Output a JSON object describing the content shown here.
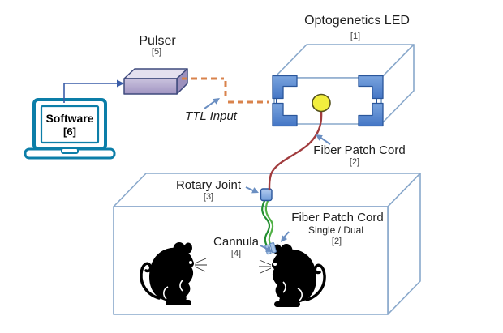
{
  "labels": {
    "optogenetics_led": {
      "title": "Optogenetics LED",
      "ref": "[1]"
    },
    "pulser": {
      "title": "Pulser",
      "ref": "[5]"
    },
    "software": {
      "line1": "Software",
      "line2": "[6]"
    },
    "ttl_input": {
      "title": "TTL Input"
    },
    "fiber_patch_cord_top": {
      "title": "Fiber Patch Cord",
      "ref": "[2]"
    },
    "rotary_joint": {
      "title": "Rotary Joint",
      "ref": "[3]"
    },
    "fiber_patch_cord_bottom": {
      "title": "Fiber Patch Cord",
      "subtitle": "Single / Dual",
      "ref": "[2]"
    },
    "cannula": {
      "title": "Cannula",
      "ref": "[4]"
    }
  },
  "colors": {
    "box_outline": "#89a8cb",
    "bracket_border": "#2a569b",
    "led_yellow": "#f2ee3e",
    "led_outline": "#55521f",
    "ttl_dash_orange": "#d9834c",
    "fiber_red": "#a13c3e",
    "fiber_green_dark": "#238f31",
    "fiber_green_light": "#4fb044",
    "arrow_steel_blue": "#6b8fc2",
    "arrow_navy": "#3a5da8",
    "pulser_border": "#3f4a7d",
    "laptop_teal": "#0c7ea8",
    "mouse_black": "#000000"
  }
}
